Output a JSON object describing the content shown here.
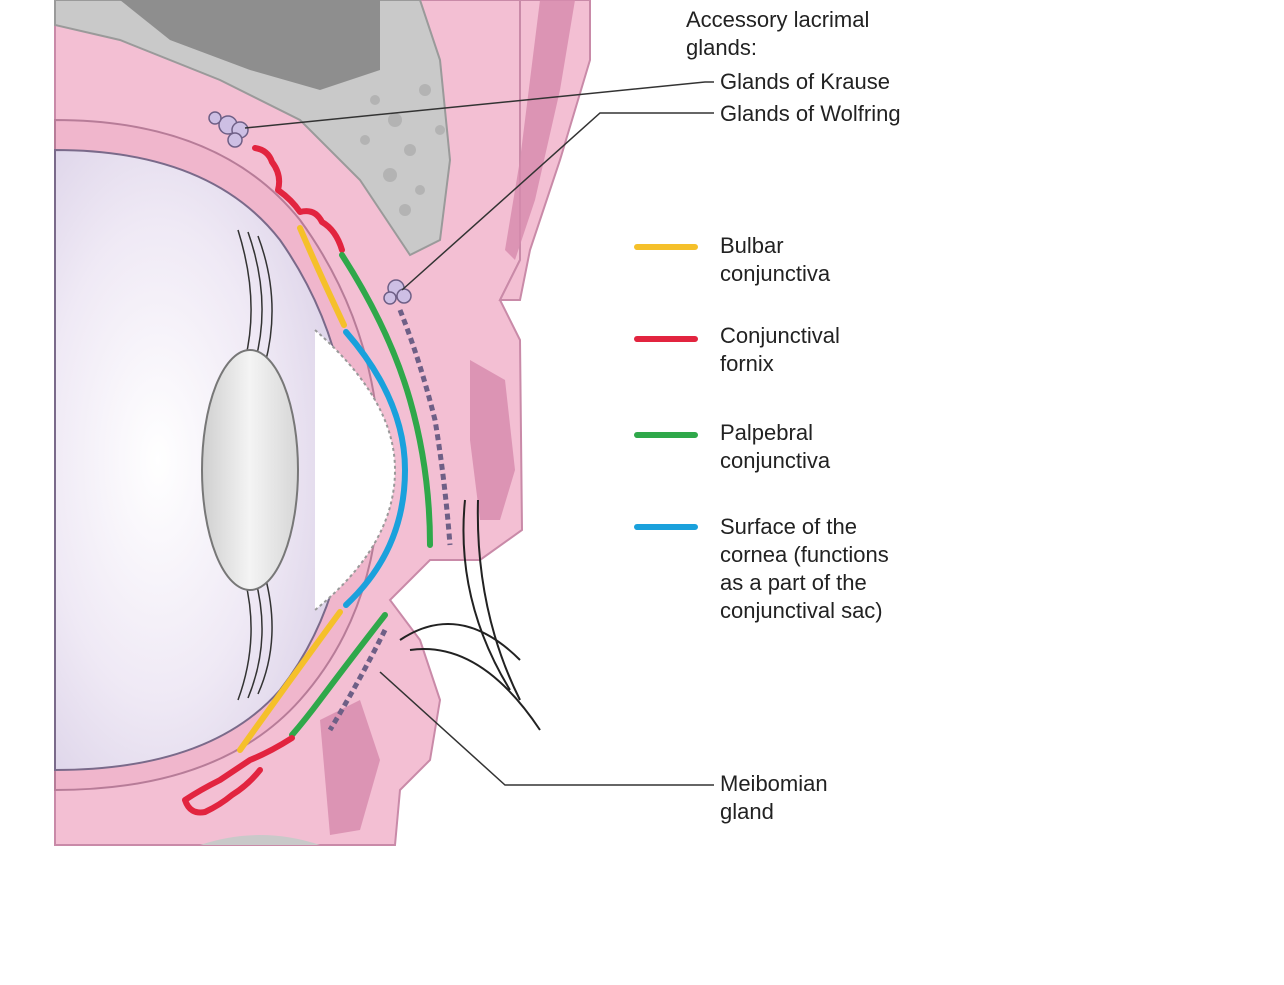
{
  "labels": {
    "accessory_heading": "Accessory lacrimal\nglands:",
    "glands_krause": "Glands of Krause",
    "glands_wolfring": "Glands of Wolfring",
    "meibomian": "Meibomian\ngland"
  },
  "legend": [
    {
      "text": "Bulbar\nconjunctiva",
      "color": "#f5c02a"
    },
    {
      "text": "Conjunctival\nfornix",
      "color": "#e2243f"
    },
    {
      "text": "Palpebral\nconjunctiva",
      "color": "#2fa84a"
    },
    {
      "text": "Surface of the\ncornea (functions\nas a part of the\nconjunctival sac)",
      "color": "#1aa1dc"
    }
  ],
  "colors": {
    "tissue_pink": "#f3bfd3",
    "tissue_dark_pink": "#d68aad",
    "bone_gray": "#c9c9c9",
    "bone_light": "#e4e4e4",
    "eyeball_lilac": "#e6dcef",
    "lens_gray": "#e3e3e3"
  }
}
